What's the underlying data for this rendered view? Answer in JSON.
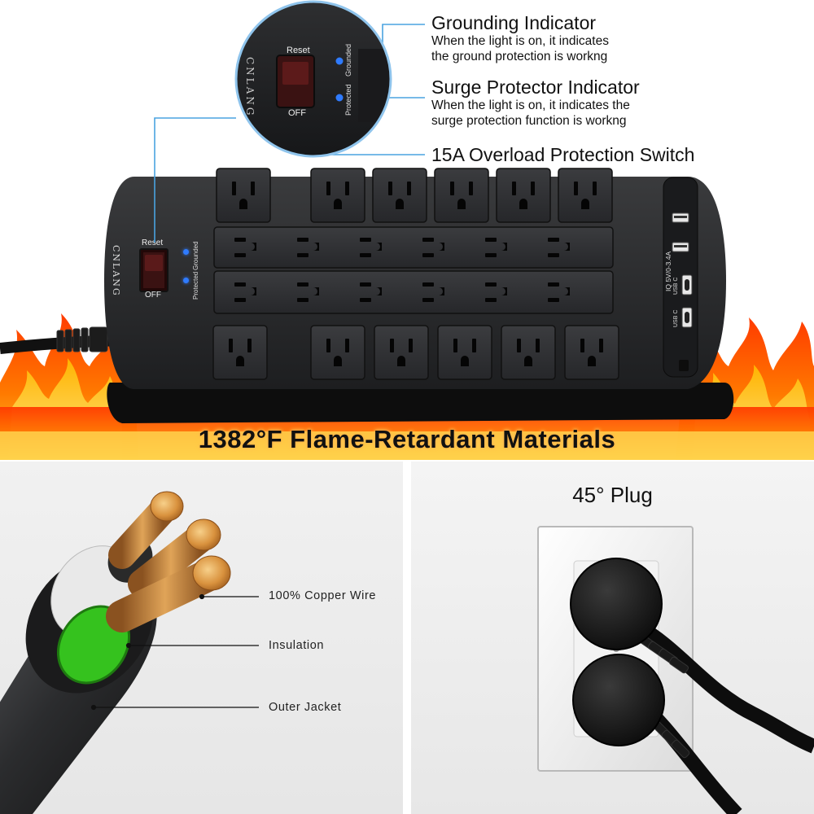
{
  "callouts": {
    "grounding": {
      "title": "Grounding Indicator",
      "desc_line1": "When the light is on, it indicates",
      "desc_line2": "the ground protection is workng"
    },
    "surge": {
      "title": "Surge Protector Indicator",
      "desc_line1": "When the light is on, it indicates the",
      "desc_line2": "surge protection function is workng"
    },
    "overload": {
      "title": "15A Overload Protection Switch"
    }
  },
  "device": {
    "brand": "CNLANG",
    "switch_top_label": "Reset",
    "switch_bottom_label": "OFF",
    "led_grounded_label": "Grounded",
    "led_protected_label": "Protected",
    "usb_rating": "IQ 5V/0-3.4A",
    "usb_c_label": "USB C",
    "led_color": "#2f7bff"
  },
  "flame_caption": "1382°F Flame-Retardant Materials",
  "cable": {
    "labels": {
      "copper": "100% Copper Wire",
      "insulation": "Insulation",
      "jacket": "Outer Jacket"
    }
  },
  "plug": {
    "title": "45° Plug"
  }
}
